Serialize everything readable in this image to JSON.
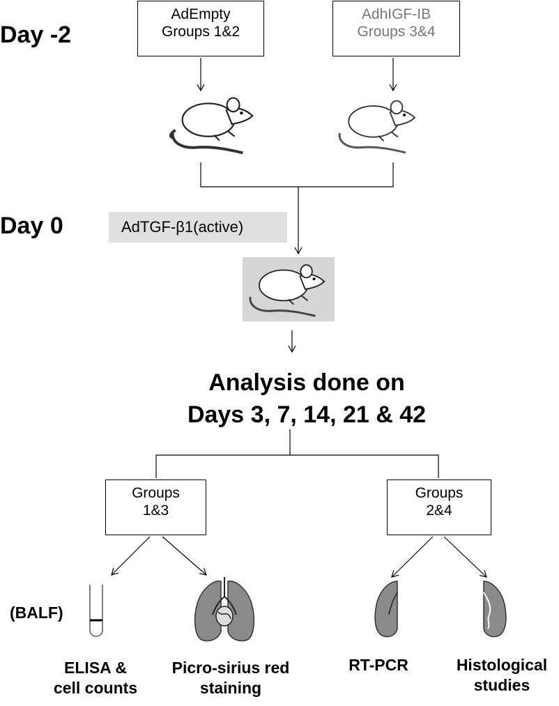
{
  "days": {
    "day_minus2": "Day -2",
    "day0": "Day 0"
  },
  "boxes": {
    "adempty": {
      "line1": "AdEmpty",
      "line2": "Groups 1&2"
    },
    "adhigf": {
      "line1": "AdhIGF-IB",
      "line2": "Groups 3&4"
    },
    "groups13": {
      "line1": "Groups",
      "line2": "1&3"
    },
    "groups24": {
      "line1": "Groups",
      "line2": "2&4"
    }
  },
  "treatment": "AdTGF-β1(active)",
  "analysis": {
    "line1": "Analysis done on",
    "line2": "Days 3, 7, 14, 21 & 42"
  },
  "balf": "(BALF)",
  "leaves": {
    "elisa": {
      "line1": "ELISA &",
      "line2": "cell counts"
    },
    "picro": {
      "line1": "Picro-sirius red",
      "line2": "staining"
    },
    "rtpcr": {
      "line1": "RT-PCR"
    },
    "histo": {
      "line1": "Histological",
      "line2": "studies"
    }
  },
  "icons": [
    "mouse-icon",
    "tube-icon",
    "lungs-icon",
    "half-lung-icon"
  ],
  "colors": {
    "label_bg": "#e0e0e0",
    "mouse_bg": "#d6d6d6",
    "grey_text": "#777777",
    "lung": "#8a8a8a"
  }
}
